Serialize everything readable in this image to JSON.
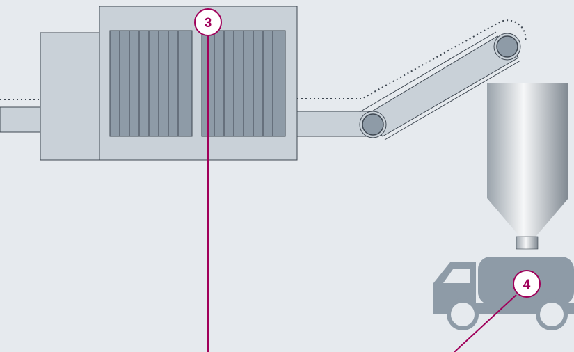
{
  "colors": {
    "background": "#e6eaee",
    "machine_fill": "#c9d1d8",
    "machine_stroke": "#3d4650",
    "panel_fill": "#8e9ba7",
    "conveyor_fill": "#c9d1d8",
    "truck_fill": "#8e9ba7",
    "callout_color": "#a0005a",
    "marker_fill": "#ffffff"
  },
  "markers": [
    {
      "id": "3",
      "label": "3"
    },
    {
      "id": "4",
      "label": "4"
    }
  ],
  "icons": {
    "machine": "drying-machine-icon",
    "conveyor": "belt-conveyor-icon",
    "silo": "silo-icon",
    "truck": "tanker-truck-icon"
  }
}
